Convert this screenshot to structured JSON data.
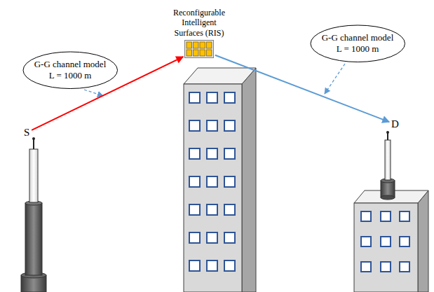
{
  "diagram": {
    "nodes": [
      {
        "text": [
          "Reconfigurable Intelligent Surfaces (RIS)"
        ]
      },
      {
        "text": [
          "G-G channel model",
          "L = 1000 m"
        ]
      },
      {
        "text": [
          "G-G channel model",
          "L = 1000 m"
        ]
      },
      {
        "text": [
          "S"
        ]
      },
      {
        "text": [
          "D"
        ]
      }
    ],
    "edges": [
      {
        "from": 3,
        "to": 0,
        "arrow": "to"
      },
      {
        "from": 0,
        "to": 4,
        "arrow": "to"
      }
    ]
  }
}
